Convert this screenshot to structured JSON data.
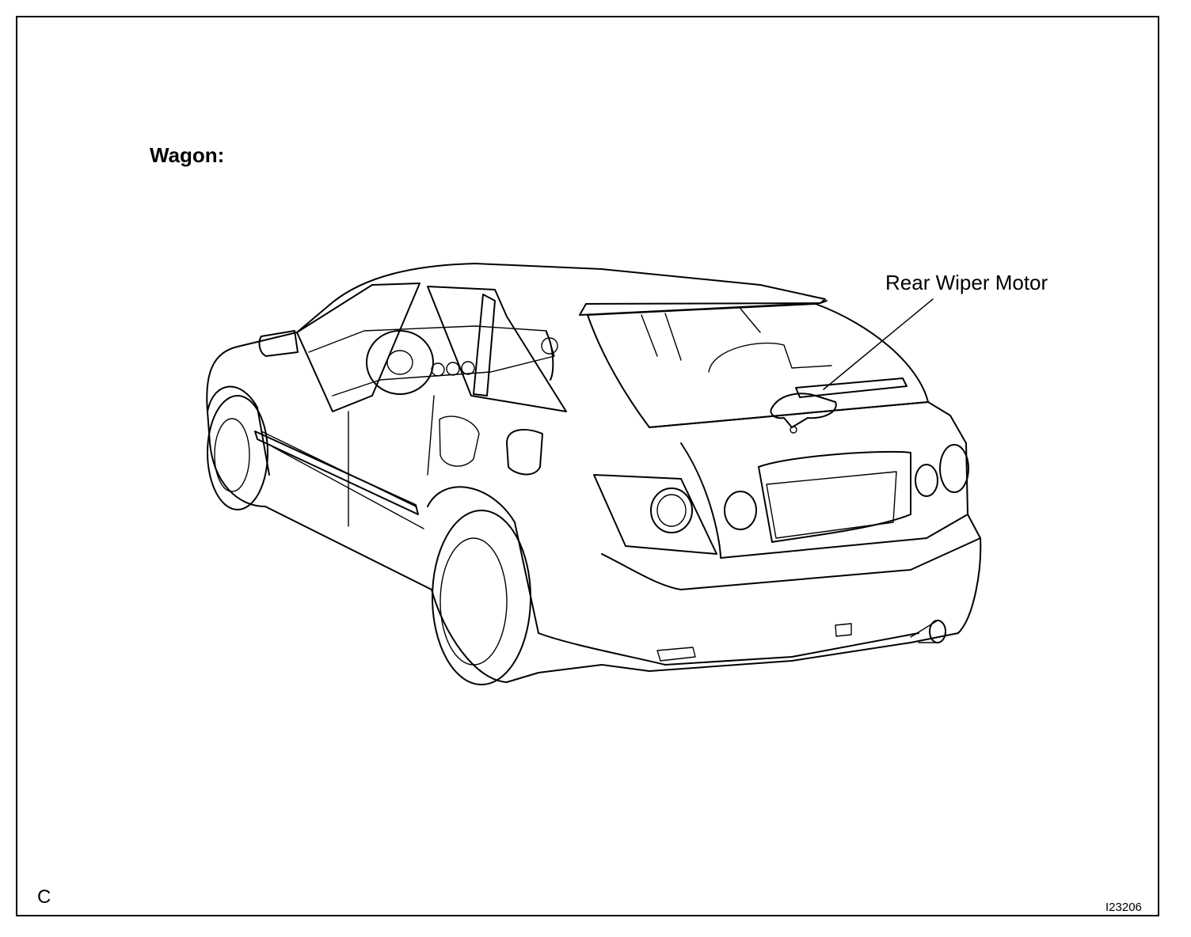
{
  "figure": {
    "heading": "Wagon:",
    "callout": "Rear Wiper Motor",
    "corner_letter": "C",
    "figure_code": "I23206"
  },
  "colors": {
    "ink": "#000000",
    "paper": "#ffffff"
  }
}
